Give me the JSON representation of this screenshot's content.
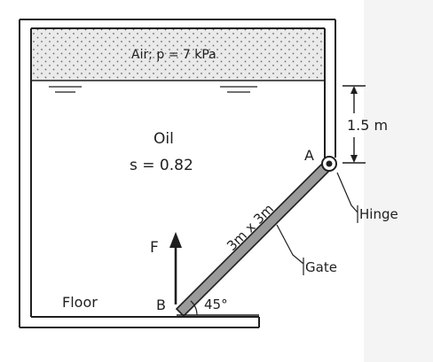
{
  "labels": {
    "air": "Air; p = 7 kPa",
    "fluid_name": "Oil",
    "fluid_sg": "s = 0.82",
    "depth_dimension": "1.5 m",
    "point_a": "A",
    "point_b": "B",
    "hinge": "Hinge",
    "gate": "Gate",
    "gate_size": "3m x 3m",
    "force": "F",
    "floor": "Floor",
    "angle": "45°"
  },
  "colors": {
    "line": "#1f1f1f",
    "gate_fill": "#9a9a9a",
    "air_fill": "#eaeaea",
    "air_dots": "#6a6a6a",
    "background_tint": "#f4f4f4"
  },
  "icons": {
    "hinge": "hinge-pin-icon",
    "force": "up-arrow-icon"
  }
}
